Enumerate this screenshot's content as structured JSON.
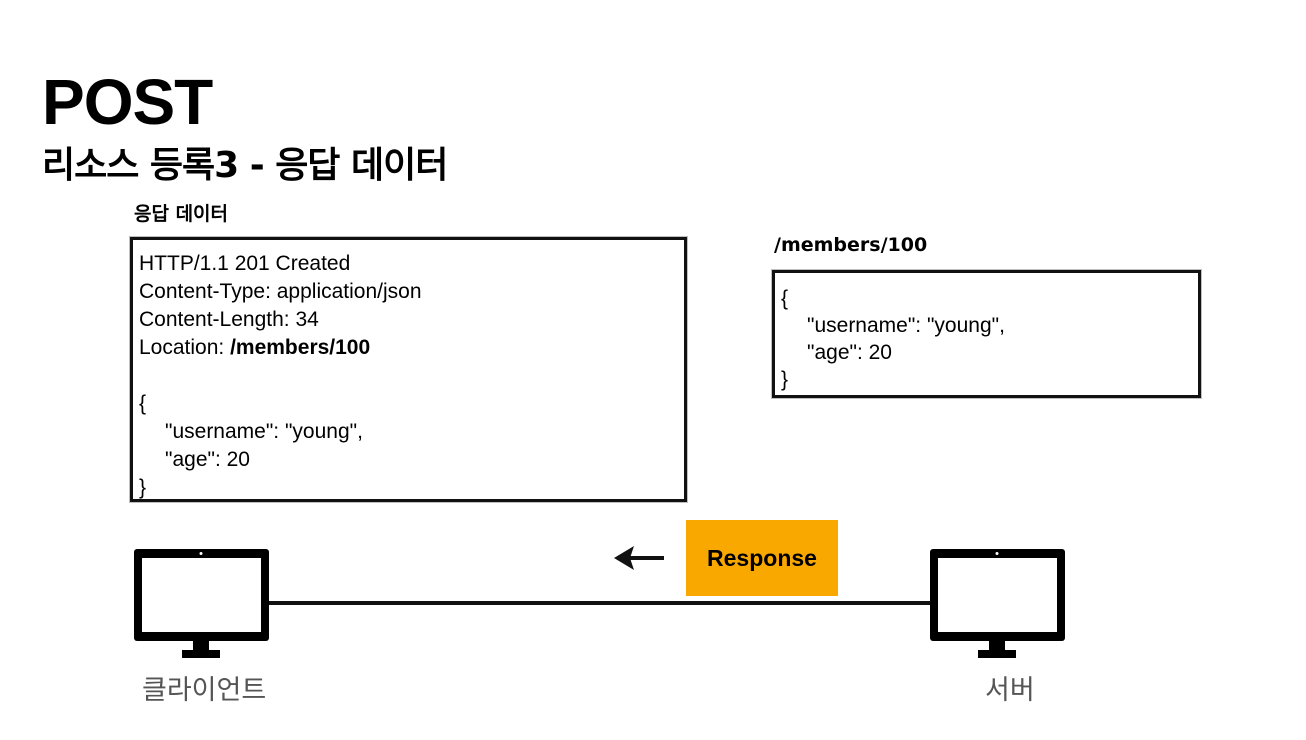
{
  "slide": {
    "title": "POST",
    "subtitle": "리소스 등록3 - 응답 데이터"
  },
  "response_data": {
    "label": "응답 데이터",
    "status_line": "HTTP/1.1 201 Created",
    "content_type": "Content-Type: application/json",
    "content_length": "Content-Length: 34",
    "location_prefix": "Location: ",
    "location_value": "/members/100",
    "body_open": "{",
    "body_username": "\"username\": \"young\",",
    "body_age": "\"age\": 20",
    "body_close": "}"
  },
  "resource": {
    "label": "/members/100",
    "body_open": "{",
    "body_username": "\"username\": \"young\",",
    "body_age": "\"age\": 20",
    "body_close": "}"
  },
  "flow": {
    "response_label": "Response",
    "arrow_direction": "left",
    "accent_color": "#f9a800"
  },
  "nodes": {
    "client_label": "클라이언트",
    "server_label": "서버",
    "icon": "monitor-icon"
  }
}
